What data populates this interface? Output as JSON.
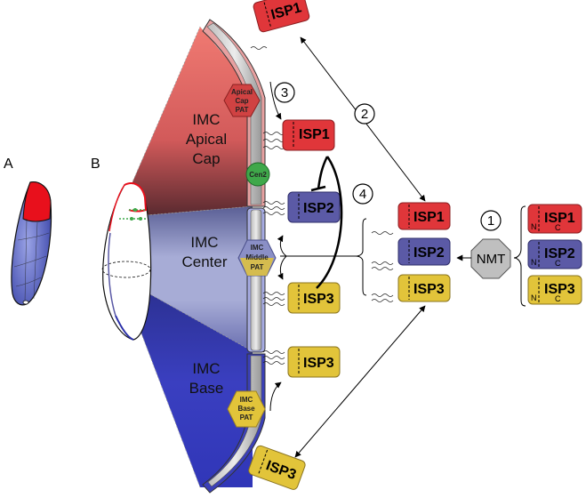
{
  "panels": {
    "a": "A",
    "b": "B"
  },
  "regions": {
    "apical": [
      "IMC",
      "Apical",
      "Cap"
    ],
    "center": [
      "IMC",
      "Center"
    ],
    "base": [
      "IMC",
      "Base"
    ]
  },
  "enzymes": {
    "apical_pat": [
      "Apical",
      "Cap",
      "PAT"
    ],
    "middle_pat": [
      "IMC",
      "Middle",
      "PAT"
    ],
    "base_pat": [
      "IMC",
      "Base",
      "PAT"
    ],
    "cen2": "Cen2",
    "nmt": "NMT"
  },
  "steps": {
    "s1": "1",
    "s2": "2",
    "s3": "3",
    "s4": "4"
  },
  "proteins": {
    "isp1": "ISP1",
    "isp2": "ISP2",
    "isp3": "ISP3",
    "n": "N",
    "c": "C"
  },
  "colors": {
    "isp1": "#e0363a",
    "isp2": "#5b5aa6",
    "isp3": "#e2c43a",
    "cen2": "#3fa84a",
    "nmt": "#bfbfbf"
  }
}
